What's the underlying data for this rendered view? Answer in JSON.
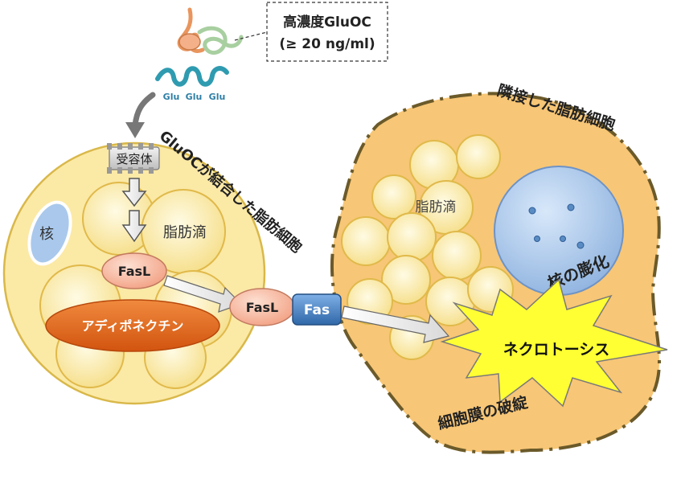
{
  "glutag": {
    "labels": [
      "Glu",
      "Glu",
      "Glu"
    ]
  },
  "concentration": {
    "line1": "高濃度GluOC",
    "line2": "(≥ 20 ng/ml)"
  },
  "left_cell": {
    "receptor": "受容体",
    "title": "GluOCが結合した脂肪細胞",
    "nucleus": "核",
    "lipid": "脂肪滴",
    "fasl_inner": "FasL",
    "adiponectin": "アディポネクチン"
  },
  "interface": {
    "fasl": "FasL",
    "fas": "Fas"
  },
  "right_cell": {
    "title": "隣接した脂肪細胞",
    "lipid": "脂肪滴",
    "nucleus_label": "核の膨化",
    "necrosis": "ネクロトーシス",
    "membrane_label": "細胞膜の破綻"
  },
  "colors": {
    "cell_fill": "#fbe9a6",
    "cell_stroke": "#d9b84a",
    "droplet_fill": "#fdf3c4",
    "droplet_stroke": "#e0b94a",
    "right_cell_fill": "#f7c676",
    "right_cell_stroke": "#6b5a2a",
    "fasl_fill": "#f6b49a",
    "fas_fill": "#4f86c6",
    "adiponectin_fill": "#e4651e",
    "nucleus_fill": "#a9c8ec",
    "star_fill": "#ffff33"
  }
}
